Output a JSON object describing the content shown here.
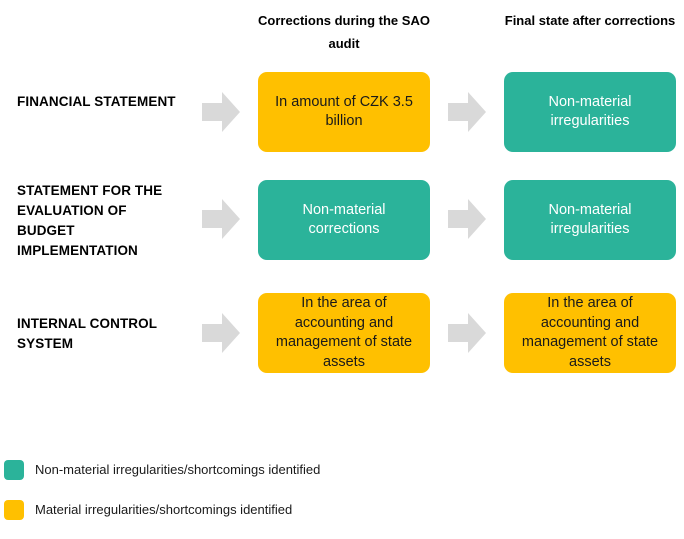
{
  "columns": {
    "corrections_header": "Corrections during the SAO audit",
    "final_header": "Final state after corrections"
  },
  "rows": [
    {
      "label": "FINANCIAL STATEMENT",
      "correction": {
        "text": "In amount of CZK 3.5 billion",
        "type": "material"
      },
      "final": {
        "text": "Non-material irregularities",
        "type": "non-material"
      }
    },
    {
      "label": "STATEMENT FOR THE EVALUATION OF BUDGET IMPLEMENTATION",
      "correction": {
        "text": "Non-material corrections",
        "type": "non-material"
      },
      "final": {
        "text": "Non-material irregularities",
        "type": "non-material"
      }
    },
    {
      "label": "INTERNAL CONTROL SYSTEM",
      "correction": {
        "text": "In the area of accounting and management of state assets",
        "type": "material"
      },
      "final": {
        "text": "In the area of accounting and management of state assets",
        "type": "material"
      }
    }
  ],
  "legend": [
    {
      "label": "Non-material irregularities/shortcomings identified",
      "color": "#2bb39a"
    },
    {
      "label": "Material irregularities/shortcomings identified",
      "color": "#ffc000"
    }
  ],
  "colors": {
    "material": "#ffc000",
    "non_material": "#2bb39a",
    "arrow": "#d9d9d9"
  }
}
